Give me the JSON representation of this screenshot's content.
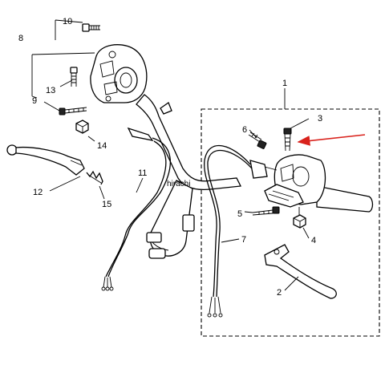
{
  "callouts": {
    "c1": "1",
    "c2": "2",
    "c3": "3",
    "c4": "4",
    "c5": "5",
    "c6": "6",
    "c7": "7",
    "c8": "8",
    "c9": "9",
    "c10": "10",
    "c11": "11",
    "c12": "12",
    "c13": "13",
    "c14": "14",
    "c15": "15"
  },
  "watermark": "hirachi",
  "colors": {
    "line": "#000000",
    "highlight_arrow": "#d9221c",
    "background": "#ffffff"
  }
}
